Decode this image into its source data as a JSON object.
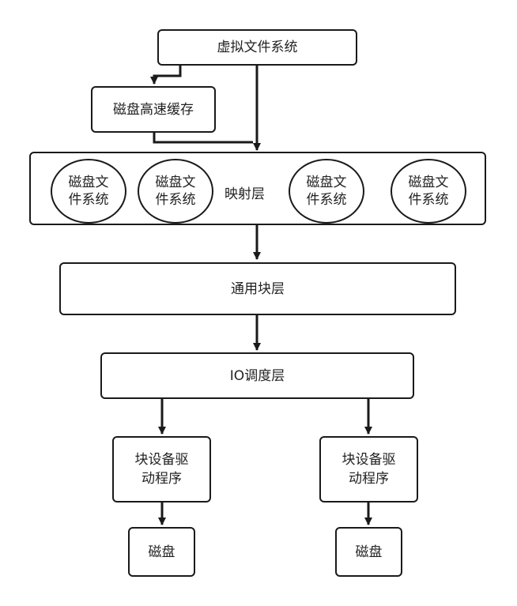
{
  "diagram": {
    "vfs": "虚拟文件系统",
    "disk_cache": "磁盘高速缓存",
    "mapping_layer": {
      "label": "映射层",
      "filesystems": [
        "磁盘文\n件系统",
        "磁盘文\n件系统",
        "磁盘文\n件系统",
        "磁盘文\n件系统"
      ]
    },
    "generic_block_layer": "通用块层",
    "io_scheduler_layer": "IO调度层",
    "block_drivers": [
      "块设备驱\n动程序",
      "块设备驱\n动程序"
    ],
    "disks": [
      "磁盘",
      "磁盘"
    ]
  },
  "colors": {
    "stroke": "#1a1a1a",
    "fill": "#ffffff",
    "text": "#222222"
  }
}
